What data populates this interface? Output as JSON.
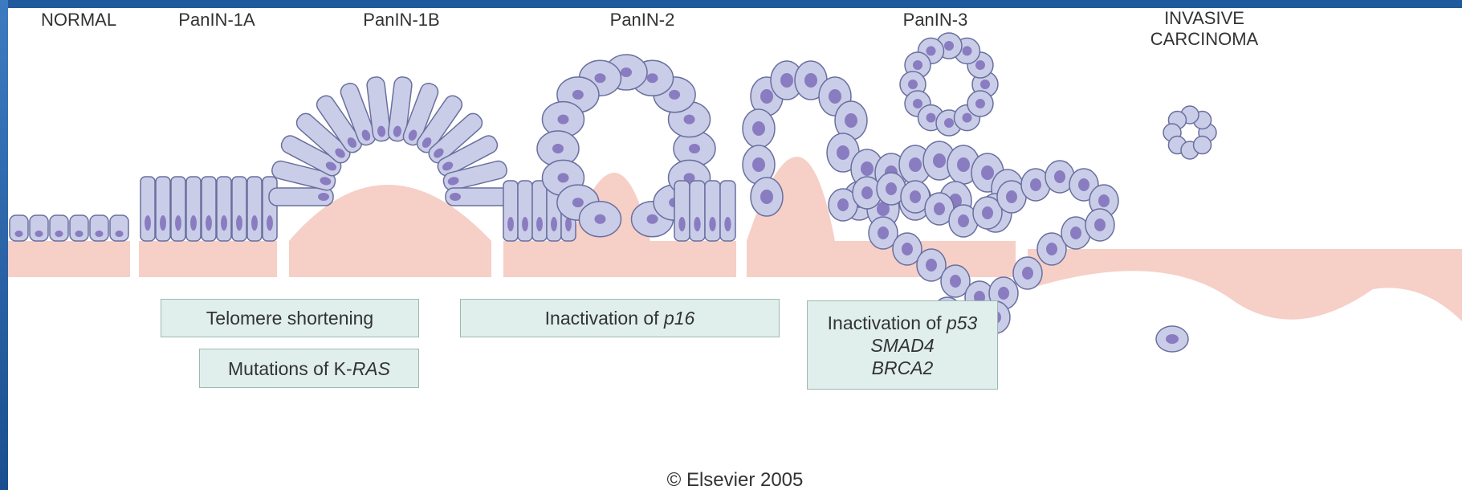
{
  "stages": [
    {
      "name": "NORMAL"
    },
    {
      "name": "PanIN-1A"
    },
    {
      "name": "PanIN-1B"
    },
    {
      "name": "PanIN-2"
    },
    {
      "name": "PanIN-3"
    },
    {
      "name": "INVASIVE",
      "name2": "CARCINOMA"
    }
  ],
  "events": {
    "telomere": "Telomere shortening",
    "kras_prefix": "Mutations of K-",
    "kras_gene": "RAS",
    "p16_prefix": "Inactivation of ",
    "p16_gene": "p16",
    "p53_prefix": "Inactivation of ",
    "p53_gene": "p53",
    "smad4": "SMAD4",
    "brca2": "BRCA2"
  },
  "copyright": "© Elsevier 2005",
  "colors": {
    "cell_fill": "#c9cde8",
    "cell_stroke": "#6a6f9e",
    "nucleus": "#8a7cc0",
    "stroma": "#f6cfc7",
    "box_fill": "#e0efec",
    "frame": "#1f5a9c"
  }
}
